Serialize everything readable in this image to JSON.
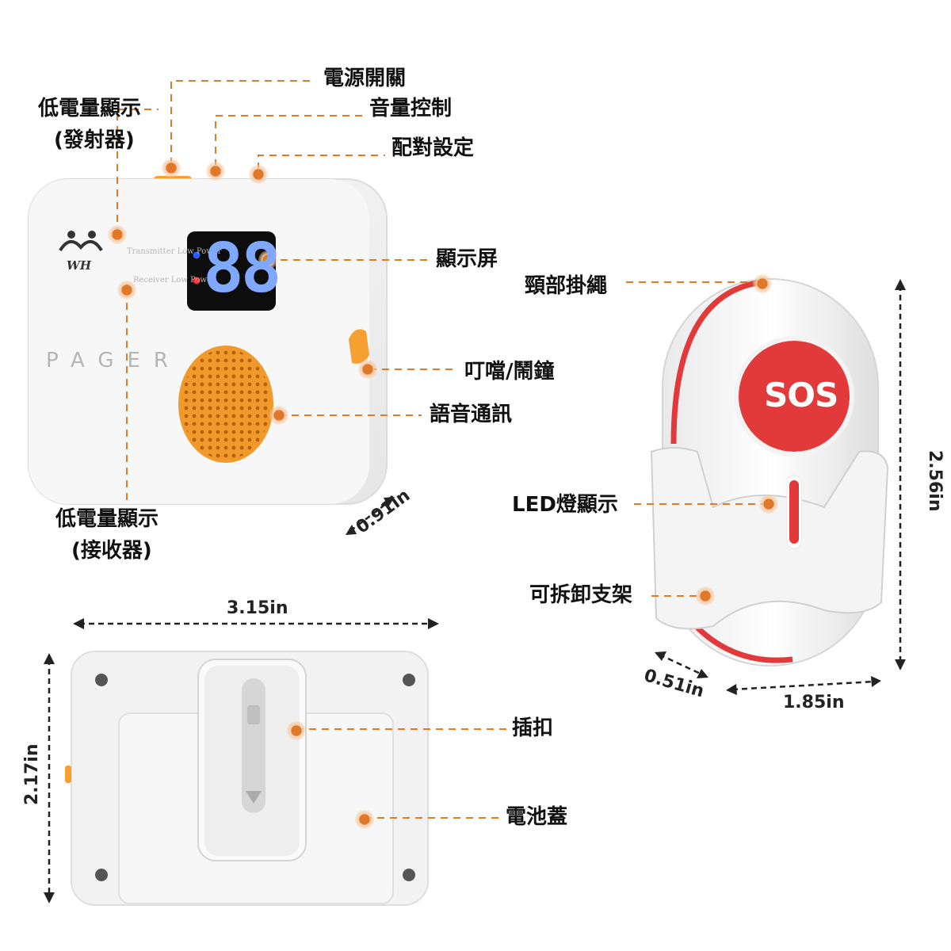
{
  "labels": {
    "power_switch": "電源開關",
    "low_power_transmitter_line1": "低電量顯示",
    "low_power_transmitter_line2": "(發射器)",
    "volume": "音量控制",
    "pairing": "配對設定",
    "display": "顯示屏",
    "ring_alarm": "叮噹/鬧鐘",
    "voice": "語音通訊",
    "low_power_receiver_line1": "低電量顯示",
    "low_power_receiver_line2": "(接收器)",
    "lanyard": "頸部掛繩",
    "led": "LED燈顯示",
    "bracket": "可拆卸支架",
    "buckle": "插扣",
    "battery_cover": "電池蓋"
  },
  "dimensions": {
    "pager_depth": "0.91in",
    "pager_width": "3.15in",
    "pager_height": "2.17in",
    "button_height": "2.56in",
    "button_depth": "0.51in",
    "button_width": "1.85in"
  },
  "device": {
    "brand": "WH",
    "name": "PAGER",
    "transmitter_low_power": "Transmitter Low Power",
    "receiver_low_power": "Receiver Low Power",
    "display_digits": "88",
    "sos_text": "SOS"
  },
  "colors": {
    "callout": "#e07a2c",
    "orange": "#f39a2b",
    "sos_red": "#e23a3a",
    "display_blue": "#7fa8ff"
  }
}
